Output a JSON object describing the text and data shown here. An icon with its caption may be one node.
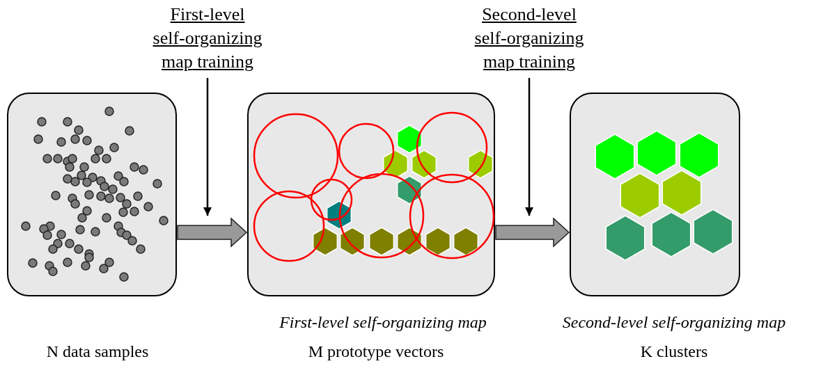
{
  "diagram": {
    "nodes": [
      {
        "text": [],
        "shape": "box",
        "beside": [
          "N data samples"
        ]
      },
      {
        "text": [
          "First-level self-organizing map training"
        ]
      },
      {
        "text": [],
        "shape": "box",
        "beside": [
          "First-level self-organizing map",
          "M prototype vectors"
        ]
      },
      {
        "text": [
          "Second-level self-organizing map training"
        ]
      },
      {
        "text": [],
        "shape": "box",
        "beside": [
          "Second-level self-organizing map",
          "K clusters"
        ]
      }
    ],
    "edges": [
      {
        "from": 0,
        "to": 2,
        "arrow": "to",
        "style": "thick"
      },
      {
        "from": 1,
        "to": null,
        "arrow": "to"
      },
      {
        "from": 2,
        "to": 4,
        "arrow": "to",
        "style": "thick"
      },
      {
        "from": 3,
        "to": null,
        "arrow": "to"
      }
    ]
  }
}
